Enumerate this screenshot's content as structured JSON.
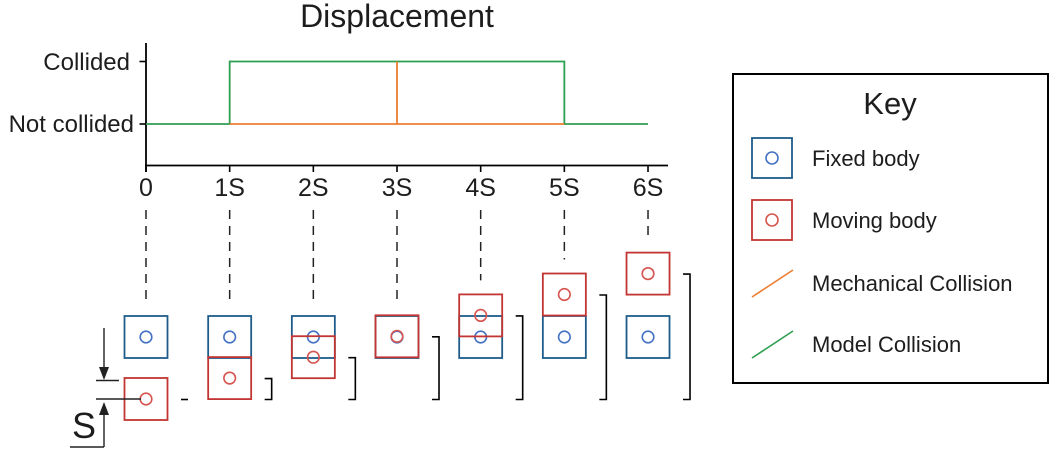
{
  "chart": {
    "y_axis_labels": [
      "Collided",
      "Not collided"
    ]
  },
  "chart_data": {
    "type": "line",
    "title": "Displacement",
    "x_unit": "S",
    "x_ticks": [
      "0",
      "1S",
      "2S",
      "3S",
      "4S",
      "5S",
      "6S"
    ],
    "y_categories": [
      "Not collided",
      "Collided"
    ],
    "grid": false,
    "legend": "separate key box",
    "series": [
      {
        "name": "Model Collision",
        "color_key": "model_collision",
        "points_x": [
          0,
          1,
          1,
          5,
          5,
          6
        ],
        "points_y": [
          0,
          0,
          1,
          1,
          0,
          0
        ]
      },
      {
        "name": "Mechanical Collision",
        "color_key": "mechanical_collision",
        "points_x": [
          1,
          3,
          3,
          3,
          5
        ],
        "points_y": [
          0,
          0,
          1,
          0,
          0
        ]
      }
    ]
  },
  "timeline": {
    "s_label": "S",
    "steps": [
      {
        "label": "0",
        "displacement_s": 0
      },
      {
        "label": "1S",
        "displacement_s": 1
      },
      {
        "label": "2S",
        "displacement_s": 2
      },
      {
        "label": "3S",
        "displacement_s": 3
      },
      {
        "label": "4S",
        "displacement_s": 4
      },
      {
        "label": "5S",
        "displacement_s": 5
      },
      {
        "label": "6S",
        "displacement_s": 6
      }
    ]
  },
  "key": {
    "title": "Key",
    "items": [
      {
        "label": "Fixed body",
        "swatch": "fixed-body"
      },
      {
        "label": "Moving body",
        "swatch": "moving-body"
      },
      {
        "label": "Mechanical Collision",
        "swatch": "mechanical-collision"
      },
      {
        "label": "Model Collision",
        "swatch": "model-collision"
      }
    ]
  },
  "colors": {
    "model_collision": "#2E9E50",
    "mechanical_collision": "#ED7D31",
    "fixed_body_box": "#1F5C8A",
    "fixed_body_circle": "#4472C4",
    "moving_body_box": "#C23532",
    "moving_body_circle": "#D65550",
    "axis": "#000000",
    "annotation": "#222222"
  }
}
